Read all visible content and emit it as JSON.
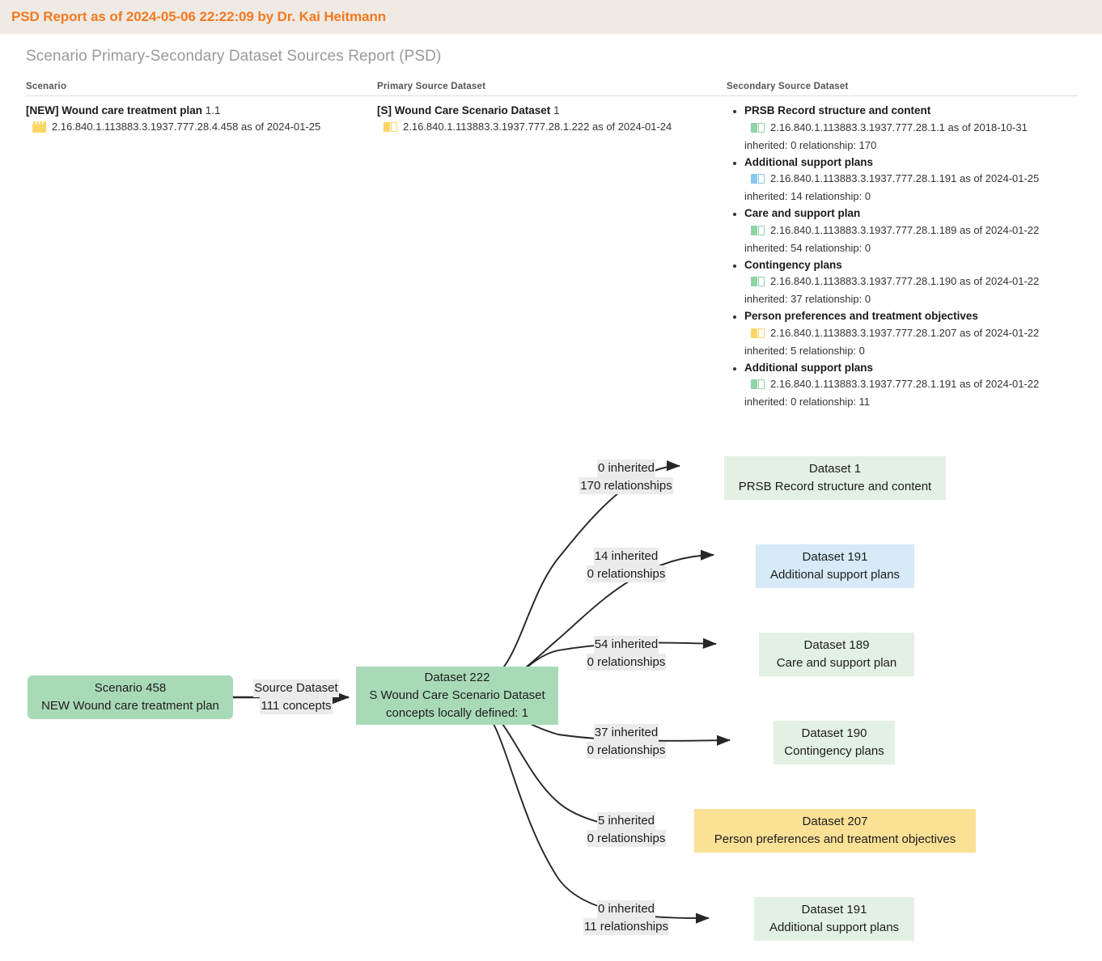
{
  "title_bar": {
    "text": "PSD Report as of 2024-05-06 22:22:09 by Dr. Kai Heitmann",
    "accent_color": "#f4791f",
    "background_color": "#efeae4"
  },
  "report_heading": "Scenario Primary-Secondary Dataset Sources Report (PSD)",
  "table": {
    "headers": {
      "scenario": "Scenario",
      "primary": "Primary Source Dataset",
      "secondary": "Secondary Source Dataset"
    },
    "scenario": {
      "name": "[NEW] Wound care treatment plan",
      "version": "1.1",
      "icon": "scenario-clapper-icon",
      "oid": "2.16.840.1.113883.3.1937.777.28.4.458 as of 2024-01-25"
    },
    "primary": {
      "name": "[S] Wound Care Scenario Dataset",
      "version": "1",
      "icon": "book-icon-yellow",
      "oid": "2.16.840.1.113883.3.1937.777.28.1.222 as of 2024-01-24"
    },
    "secondary_items": [
      {
        "name": "PRSB Record structure and content",
        "icon": "book-icon-green",
        "oid": "2.16.840.1.113883.3.1937.777.28.1.1 as of 2018-10-31",
        "counts": "inherited: 0 relationship: 170"
      },
      {
        "name": "Additional support plans",
        "icon": "book-icon-blue",
        "oid": "2.16.840.1.113883.3.1937.777.28.1.191 as of 2024-01-25",
        "counts": "inherited: 14 relationship: 0"
      },
      {
        "name": "Care and support plan",
        "icon": "book-icon-green",
        "oid": "2.16.840.1.113883.3.1937.777.28.1.189 as of 2024-01-22",
        "counts": "inherited: 54 relationship: 0"
      },
      {
        "name": "Contingency plans",
        "icon": "book-icon-green",
        "oid": "2.16.840.1.113883.3.1937.777.28.1.190 as of 2024-01-22",
        "counts": "inherited: 37 relationship: 0"
      },
      {
        "name": "Person preferences and treatment objectives",
        "icon": "book-icon-yellow",
        "oid": "2.16.840.1.113883.3.1937.777.28.1.207 as of 2024-01-22",
        "counts": "inherited: 5 relationship: 0"
      },
      {
        "name": "Additional support plans",
        "icon": "book-icon-green",
        "oid": "2.16.840.1.113883.3.1937.777.28.1.191 as of 2024-01-22",
        "counts": "inherited: 0 relationship: 11"
      }
    ]
  },
  "diagram": {
    "scenario_node": {
      "line1": "Scenario 458",
      "line2": "NEW Wound care treatment plan",
      "color": "#a9dab8"
    },
    "source_edge": {
      "line1": "Source Dataset",
      "line2": "111 concepts"
    },
    "dataset_node": {
      "line1": "Dataset 222",
      "line2": "S Wound Care Scenario Dataset",
      "line3": "concepts locally defined: 1",
      "color": "#a9dab8"
    },
    "targets": [
      {
        "edge_line1": "0 inherited",
        "edge_line2": "170 relationships",
        "line1": "Dataset 1",
        "line2": "PRSB Record structure and content",
        "color": "#e3f1e4"
      },
      {
        "edge_line1": "14 inherited",
        "edge_line2": "0 relationships",
        "line1": "Dataset 191",
        "line2": "Additional support plans",
        "color": "#d6eaf8"
      },
      {
        "edge_line1": "54 inherited",
        "edge_line2": "0 relationships",
        "line1": "Dataset 189",
        "line2": "Care and support plan",
        "color": "#e3f1e4"
      },
      {
        "edge_line1": "37 inherited",
        "edge_line2": "0 relationships",
        "line1": "Dataset 190",
        "line2": "Contingency plans",
        "color": "#e3f1e4"
      },
      {
        "edge_line1": "5 inherited",
        "edge_line2": "0 relationships",
        "line1": "Dataset 207",
        "line2": "Person preferences and treatment objectives",
        "color": "#fae196"
      },
      {
        "edge_line1": "0 inherited",
        "edge_line2": "11 relationships",
        "line1": "Dataset 191",
        "line2": "Additional support plans",
        "color": "#e3f1e4"
      }
    ]
  }
}
